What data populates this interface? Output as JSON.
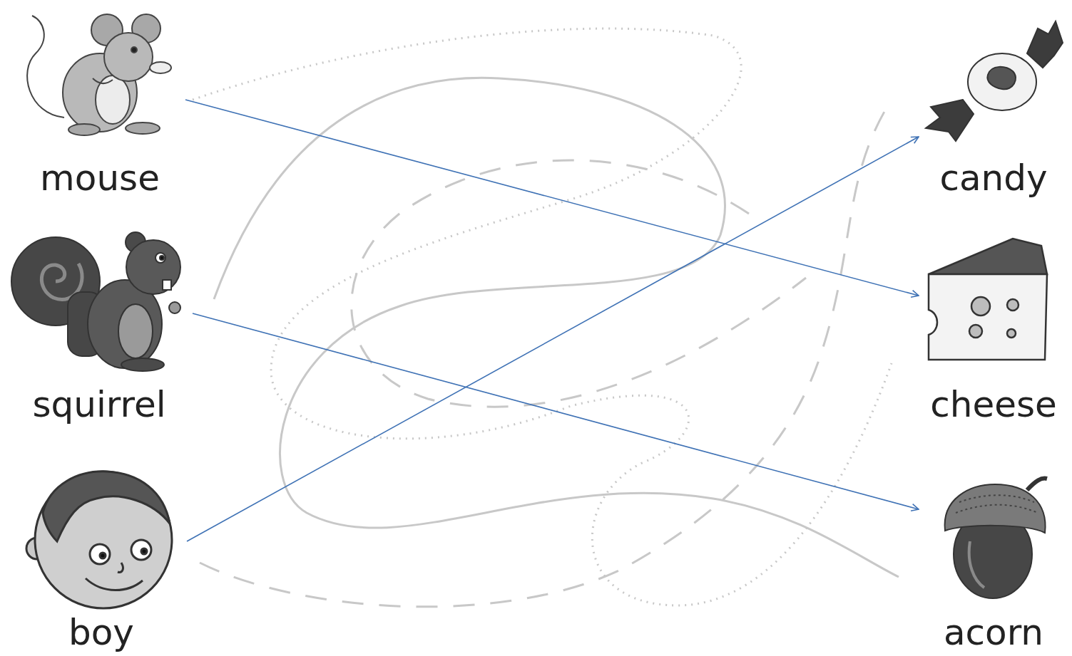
{
  "diagram": {
    "nodes": [
      {
        "text": [
          "mouse"
        ]
      },
      {
        "text": [
          "candy"
        ]
      },
      {
        "text": [
          "squirrel"
        ]
      },
      {
        "text": [
          "cheese"
        ]
      },
      {
        "text": [
          "boy"
        ]
      },
      {
        "text": [
          "acorn"
        ]
      }
    ],
    "edges": [
      {
        "from": 0,
        "to": 3,
        "arrow": "to"
      },
      {
        "from": 2,
        "to": 5,
        "arrow": "to"
      },
      {
        "from": 4,
        "to": 1,
        "arrow": "to"
      }
    ]
  }
}
